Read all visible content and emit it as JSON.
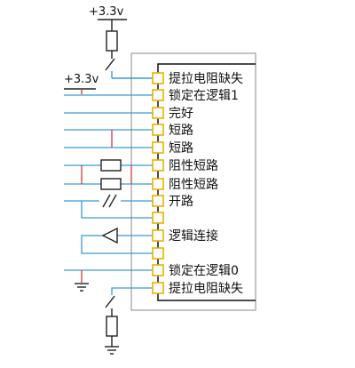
{
  "supply": {
    "top_label": "+3.3v",
    "left_label": "+3.3v"
  },
  "pins": [
    {
      "label": "提拉电阻缺失"
    },
    {
      "label": "锁定在逻辑1"
    },
    {
      "label": "完好"
    },
    {
      "label": "短路"
    },
    {
      "label": "短路"
    },
    {
      "label": "阻性短路"
    },
    {
      "label": "阻性短路"
    },
    {
      "label": "开路"
    },
    {
      "label": ""
    },
    {
      "label": ""
    },
    {
      "label": "逻辑连接"
    },
    {
      "label": ""
    },
    {
      "label": "锁定在逻辑0"
    },
    {
      "label": "提拉电阻缺失"
    }
  ],
  "colors": {
    "net": "#3a9bd5",
    "short": "#d63a3a",
    "pad_border": "#e8b200",
    "component": "#222222",
    "chip_border": "#888888"
  },
  "icons": {
    "pad": "square-pad-icon",
    "resistor": "resistor-icon",
    "switch": "open-switch-icon",
    "ground": "ground-icon",
    "buffer": "buffer-triangle-icon"
  }
}
